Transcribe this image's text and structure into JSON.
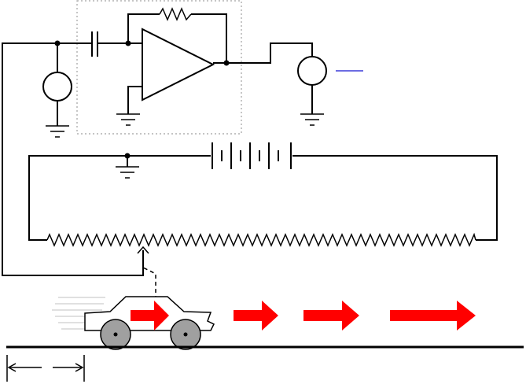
{
  "diagram": {
    "title": "",
    "components": [
      {
        "name": "input-voltmeter",
        "kind": "meter"
      },
      {
        "name": "coupling-capacitor",
        "kind": "capacitor"
      },
      {
        "name": "feedback-resistor",
        "kind": "resistor"
      },
      {
        "name": "op-amp",
        "kind": "operational-amplifier"
      },
      {
        "name": "output-voltmeter",
        "kind": "meter"
      },
      {
        "name": "battery",
        "kind": "battery"
      },
      {
        "name": "slide-potentiometer",
        "kind": "potentiometer"
      },
      {
        "name": "car",
        "kind": "vehicle"
      },
      {
        "name": "motion-arrows",
        "kind": "arrows",
        "count": 4
      }
    ],
    "colors": {
      "wire": "#000000",
      "arrow": "#ff0000",
      "dotted_box": "#a0a0a0",
      "car_body": "#ffffff",
      "wheel": "#a0a0a0",
      "link_line": "#3b3bd8"
    },
    "labels": []
  }
}
